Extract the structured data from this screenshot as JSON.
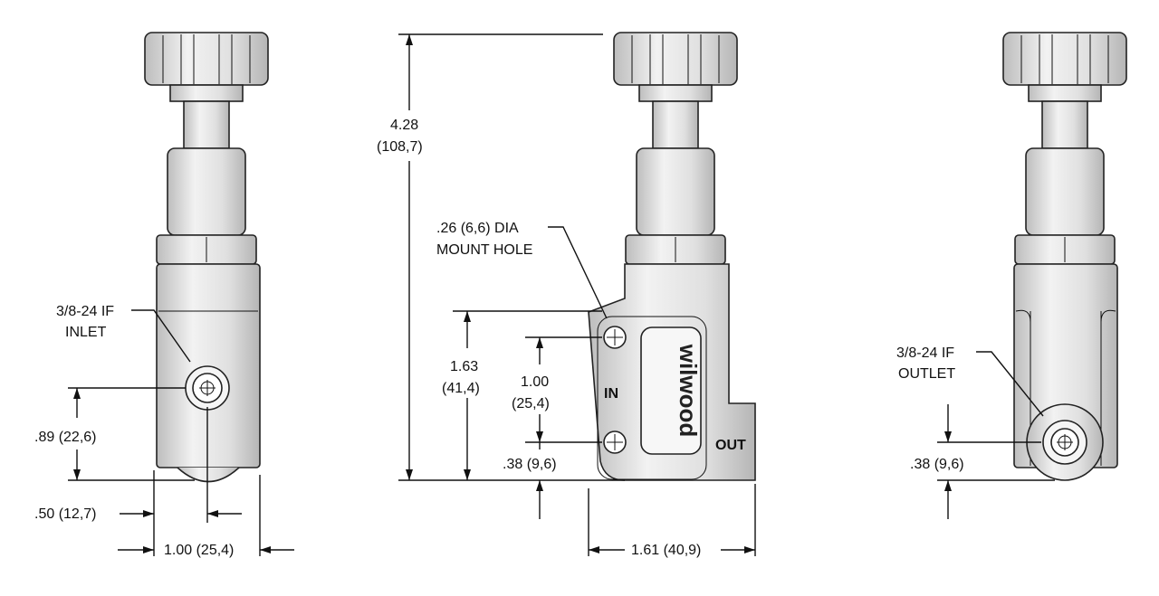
{
  "left_view": {
    "port_label_line1": "3/8-24 IF",
    "port_label_line2": "INLET",
    "height_dim": ".89 (22,6)",
    "offset_dim": ".50 (12,7)",
    "width_dim": "1.00 (25,4)"
  },
  "front_view": {
    "overall_height_line1": "4.28",
    "overall_height_line2": "(108,7)",
    "hole_label_line1": ".26 (6,6) DIA",
    "hole_label_line2": "MOUNT HOLE",
    "mount_height_line1": "1.63",
    "mount_height_line2": "(41,4)",
    "hole_spacing_line1": "1.00",
    "hole_spacing_line2": "(25,4)",
    "hole_offset": ".38 (9,6)",
    "width_dim": "1.61 (40,9)",
    "in_label": "IN",
    "out_label": "OUT",
    "logo_text": "wilwood"
  },
  "right_view": {
    "port_label_line1": "3/8-24 IF",
    "port_label_line2": "OUTLET",
    "height_dim": ".38 (9,6)"
  },
  "colors": {
    "body_fill": "#e6e6e6",
    "knob_fill": "#d9d9d9",
    "line": "#111111"
  }
}
